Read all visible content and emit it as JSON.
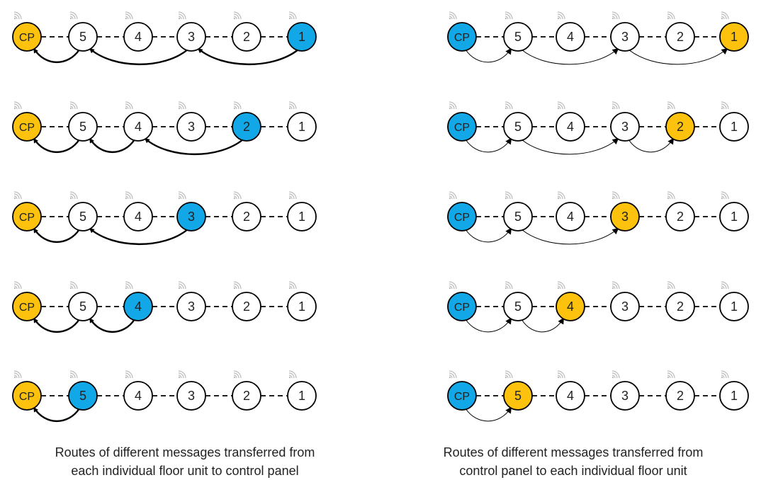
{
  "colors": {
    "orange": "#FDC20E",
    "blue": "#12A7E6",
    "white": "#FFFFFF",
    "stroke": "#000000",
    "signal": "#BBBBBB"
  },
  "node_labels": [
    "CP",
    "5",
    "4",
    "3",
    "2",
    "1"
  ],
  "signal_icon": "wireless-signal-icon",
  "panels": [
    {
      "id": "left",
      "direction": "unit-to-control-panel",
      "caption": [
        "Routes of different messages transferred from",
        "each individual floor unit to control panel"
      ],
      "arrow_style": "bold",
      "arrow_side": "bottom",
      "rows": [
        {
          "source": "1",
          "highlight": {
            "CP": "orange",
            "1": "blue"
          },
          "hops": [
            [
              "1",
              "3"
            ],
            [
              "3",
              "5"
            ],
            [
              "5",
              "CP"
            ]
          ]
        },
        {
          "source": "2",
          "highlight": {
            "CP": "orange",
            "2": "blue"
          },
          "hops": [
            [
              "2",
              "4"
            ],
            [
              "4",
              "5"
            ],
            [
              "5",
              "CP"
            ]
          ]
        },
        {
          "source": "3",
          "highlight": {
            "CP": "orange",
            "3": "blue"
          },
          "hops": [
            [
              "3",
              "5"
            ],
            [
              "5",
              "CP"
            ]
          ]
        },
        {
          "source": "4",
          "highlight": {
            "CP": "orange",
            "4": "blue"
          },
          "hops": [
            [
              "4",
              "5"
            ],
            [
              "5",
              "CP"
            ]
          ]
        },
        {
          "source": "5",
          "highlight": {
            "CP": "orange",
            "5": "blue"
          },
          "hops": [
            [
              "5",
              "CP"
            ]
          ]
        }
      ]
    },
    {
      "id": "right",
      "direction": "control-panel-to-unit",
      "caption": [
        "Routes of different messages transferred from",
        "control panel to each individual floor unit"
      ],
      "arrow_style": "thin",
      "arrow_side": "bottom",
      "rows": [
        {
          "target": "1",
          "highlight": {
            "CP": "blue",
            "1": "orange"
          },
          "hops": [
            [
              "CP",
              "5"
            ],
            [
              "5",
              "3"
            ],
            [
              "3",
              "1"
            ]
          ]
        },
        {
          "target": "2",
          "highlight": {
            "CP": "blue",
            "2": "orange"
          },
          "hops": [
            [
              "CP",
              "5"
            ],
            [
              "5",
              "3"
            ],
            [
              "3",
              "2"
            ]
          ]
        },
        {
          "target": "3",
          "highlight": {
            "CP": "blue",
            "3": "orange"
          },
          "hops": [
            [
              "CP",
              "5"
            ],
            [
              "5",
              "3"
            ]
          ]
        },
        {
          "target": "4",
          "highlight": {
            "CP": "blue",
            "4": "orange"
          },
          "hops": [
            [
              "CP",
              "5"
            ],
            [
              "5",
              "4"
            ]
          ]
        },
        {
          "target": "5",
          "highlight": {
            "CP": "blue",
            "5": "orange"
          },
          "hops": [
            [
              "CP",
              "5"
            ]
          ]
        }
      ]
    }
  ]
}
